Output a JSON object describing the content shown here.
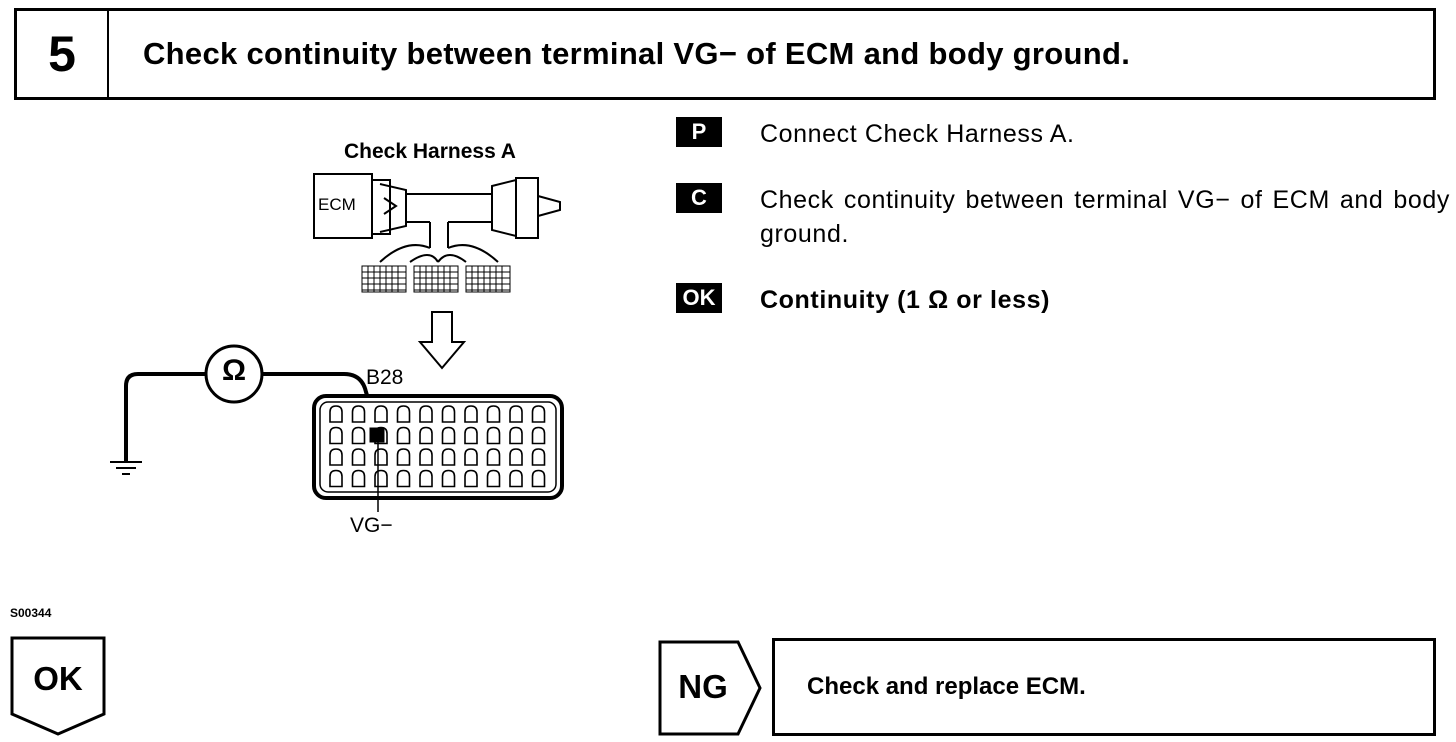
{
  "step": {
    "number": "5",
    "title": "Check continuity between terminal VG− of ECM and body ground."
  },
  "diagram": {
    "harness_label": "Check Harness A",
    "ecm_label": "ECM",
    "connector_label": "B28",
    "terminal_label": "VG−",
    "meter_symbol": "Ω",
    "figure_code": "S00344"
  },
  "instructions": [
    {
      "tag": "P",
      "text": "Connect Check Harness A."
    },
    {
      "tag": "C",
      "text": "Check continuity between terminal VG− of ECM and body ground."
    },
    {
      "tag": "OK",
      "text": "Continuity (1 Ω or less)"
    }
  ],
  "results": {
    "ok_label": "OK",
    "ng_label": "NG",
    "ng_action": "Check and replace ECM."
  }
}
